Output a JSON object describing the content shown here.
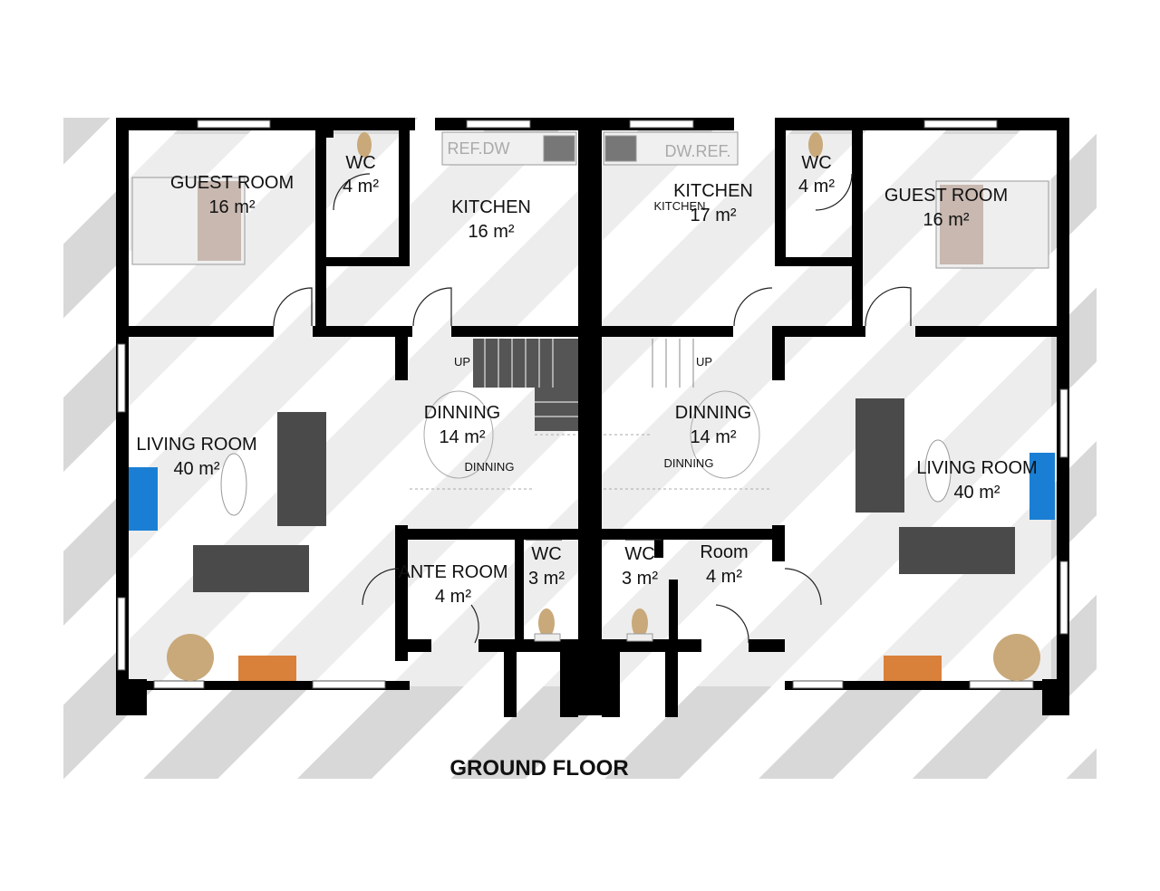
{
  "title": "GROUND FLOOR",
  "rooms": {
    "left_guest": {
      "name": "GUEST ROOM",
      "area": "16 m²"
    },
    "left_wc_top": {
      "name": "WC",
      "area": "4 m²"
    },
    "left_kitchen": {
      "name": "KITCHEN",
      "area": "16 m²"
    },
    "right_kitchen": {
      "name": "KITCHEN",
      "area": "17 m²"
    },
    "right_wc_top": {
      "name": "WC",
      "area": "4 m²"
    },
    "right_guest": {
      "name": "GUEST ROOM",
      "area": "16 m²"
    },
    "left_living": {
      "name": "LIVING ROOM",
      "area": "40 m²"
    },
    "left_dinning": {
      "name": "DINNING",
      "area": "14 m²"
    },
    "right_dinning": {
      "name": "DINNING",
      "area": "14 m²"
    },
    "right_living": {
      "name": "LIVING ROOM",
      "area": "40 m²"
    },
    "ante_room": {
      "name": "ANTE ROOM",
      "area": "4 m²"
    },
    "left_wc_bottom": {
      "name": "WC",
      "area": "3 m²"
    },
    "right_wc_bottom": {
      "name": "WC",
      "area": "3 m²"
    },
    "small_room": {
      "name": "Room",
      "area": "4 m²"
    }
  },
  "small_labels": {
    "ref_dw_left": "REF.DW",
    "dw_ref_right": "DW.REF.",
    "kitchen_small": "KITCHEN",
    "up_left": "UP",
    "up_right": "UP",
    "dinning_small_left": "DINNING",
    "dinning_small_right": "DINNING"
  },
  "colors": {
    "wall": "#000000",
    "shadow": "#d6d6d6",
    "sofa": "#4a4a4a",
    "tv_blue": "#1a7fd4",
    "table_orange": "#d9803a",
    "round_table": "#c9a97a"
  }
}
